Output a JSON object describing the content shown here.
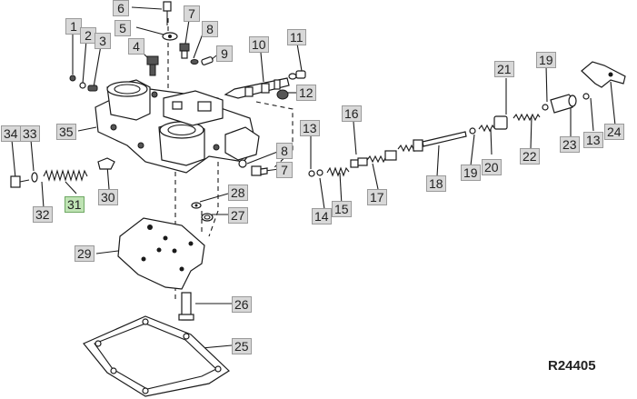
{
  "figure": {
    "reference": "R24405"
  },
  "callouts": [
    {
      "id": "1",
      "label": "1"
    },
    {
      "id": "2",
      "label": "2"
    },
    {
      "id": "3",
      "label": "3"
    },
    {
      "id": "4",
      "label": "4"
    },
    {
      "id": "5",
      "label": "5"
    },
    {
      "id": "6",
      "label": "6"
    },
    {
      "id": "7a",
      "label": "7"
    },
    {
      "id": "8a",
      "label": "8"
    },
    {
      "id": "9",
      "label": "9"
    },
    {
      "id": "10",
      "label": "10"
    },
    {
      "id": "11",
      "label": "11"
    },
    {
      "id": "12",
      "label": "12"
    },
    {
      "id": "13a",
      "label": "13"
    },
    {
      "id": "8b",
      "label": "8"
    },
    {
      "id": "7b",
      "label": "7"
    },
    {
      "id": "14",
      "label": "14"
    },
    {
      "id": "15",
      "label": "15"
    },
    {
      "id": "16",
      "label": "16"
    },
    {
      "id": "17",
      "label": "17"
    },
    {
      "id": "18",
      "label": "18"
    },
    {
      "id": "19a",
      "label": "19"
    },
    {
      "id": "20",
      "label": "20"
    },
    {
      "id": "21",
      "label": "21"
    },
    {
      "id": "19b",
      "label": "19"
    },
    {
      "id": "22",
      "label": "22"
    },
    {
      "id": "23",
      "label": "23"
    },
    {
      "id": "13b",
      "label": "13"
    },
    {
      "id": "24",
      "label": "24"
    },
    {
      "id": "25",
      "label": "25"
    },
    {
      "id": "26",
      "label": "26"
    },
    {
      "id": "27",
      "label": "27"
    },
    {
      "id": "28",
      "label": "28"
    },
    {
      "id": "29",
      "label": "29"
    },
    {
      "id": "30",
      "label": "30"
    },
    {
      "id": "31",
      "label": "31",
      "highlighted": true
    },
    {
      "id": "32",
      "label": "32"
    },
    {
      "id": "33",
      "label": "33"
    },
    {
      "id": "34",
      "label": "34"
    },
    {
      "id": "35",
      "label": "35"
    }
  ],
  "colors": {
    "line": "#1a1a1a",
    "callout_bg": "#d8d8d8",
    "callout_highlight": "#bfe3b4"
  }
}
